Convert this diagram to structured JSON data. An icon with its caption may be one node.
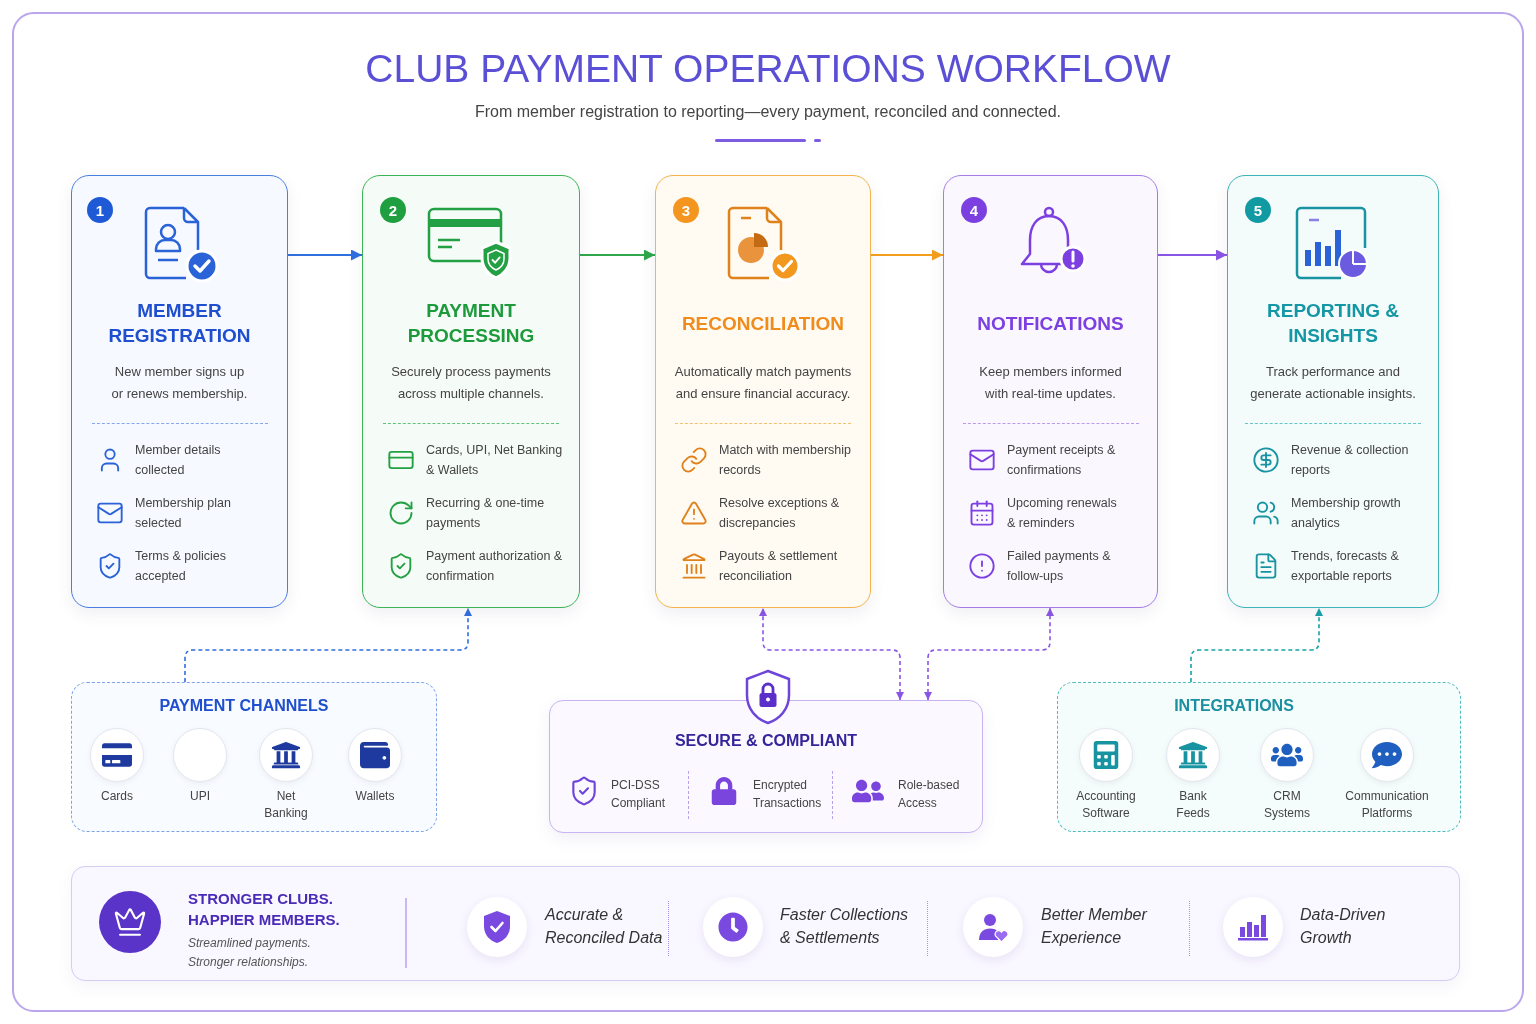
{
  "diagram": {
    "title": "CLUB PAYMENT OPERATIONS WORKFLOW",
    "nodes": [
      {
        "text": [
          "MEMBER REGISTRATION",
          "New member signs up or renews membership.",
          "Member details collected",
          "Membership plan selected",
          "Terms & policies accepted"
        ]
      },
      {
        "text": [
          "1"
        ],
        "in": 0
      },
      {
        "text": [
          "PAYMENT PROCESSING",
          "Securely process payments across multiple channels.",
          "Cards, UPI, Net Banking & Wallets",
          "Recurring & one-time payments",
          "Payment authorization & confirmation"
        ]
      },
      {
        "text": [
          "2"
        ],
        "in": 2
      },
      {
        "text": [
          "RECONCILIATION",
          "Automatically match payments and ensure financial accuracy.",
          "Match with membership records",
          "Resolve exceptions & discrepancies",
          "Payouts & settlement reconciliation"
        ]
      },
      {
        "text": [
          "3"
        ],
        "in": 4
      },
      {
        "text": [
          "NOTIFICATIONS",
          "Keep members informed with real-time updates.",
          "Payment receipts & confirmations",
          "Upcoming renewals & reminders",
          "Failed payments & follow-ups"
        ]
      },
      {
        "text": [
          "4"
        ],
        "in": 6
      },
      {
        "text": [
          "REPORTING & INSIGHTS",
          "Track performance and generate actionable insights.",
          "Revenue & collection reports",
          "Membership growth analytics",
          "Trends, forecasts & exportable reports"
        ]
      },
      {
        "text": [
          "5"
        ],
        "in": 8
      },
      {
        "text": [
          "PAYMENT CHANNELS",
          "Cards",
          "UPI",
          "Net Banking",
          "Wallets"
        ]
      },
      {
        "text": [
          "SECURE & COMPLIANT",
          "PCI-DSS Compliant",
          "Encrypted Transactions",
          "Role-based Access"
        ]
      },
      {
        "text": [
          "INTEGRATIONS",
          "Accounting Software",
          "Bank Feeds",
          "CRM Systems",
          "Communication Platforms"
        ]
      },
      {
        "text": [
          "STRONGER CLUBS. HAPPIER MEMBERS.",
          "Streamlined payments. Stronger relationships.",
          "Accurate & Reconciled Data",
          "Faster Collections & Settlements",
          "Better Member Experience",
          "Data-Driven Growth"
        ]
      }
    ],
    "edges": [
      {
        "from": 0,
        "to": 2,
        "arrow": "to",
        "color": "#2f6fe0"
      },
      {
        "from": 2,
        "to": 4,
        "arrow": "to",
        "color": "#2ea84a"
      },
      {
        "from": 4,
        "to": 6,
        "arrow": "to",
        "color": "#f59e1b"
      },
      {
        "from": 6,
        "to": 8,
        "arrow": "to",
        "color": "#8b55e6"
      },
      {
        "from": 10,
        "to": 2,
        "arrow": "to",
        "style": "dashed",
        "color": "#2f6fe0"
      },
      {
        "from": 11,
        "to": 4,
        "arrow": "both",
        "style": "dashed",
        "color": "#8b55e6"
      },
      {
        "from": 11,
        "to": 6,
        "arrow": "both",
        "style": "dashed",
        "color": "#8b55e6"
      },
      {
        "from": 12,
        "to": 8,
        "arrow": "to",
        "style": "dashed",
        "color": "#17a2a8"
      }
    ],
    "labels": [
      "From member registration to reporting—every payment, reconciled and connected."
    ]
  }
}
